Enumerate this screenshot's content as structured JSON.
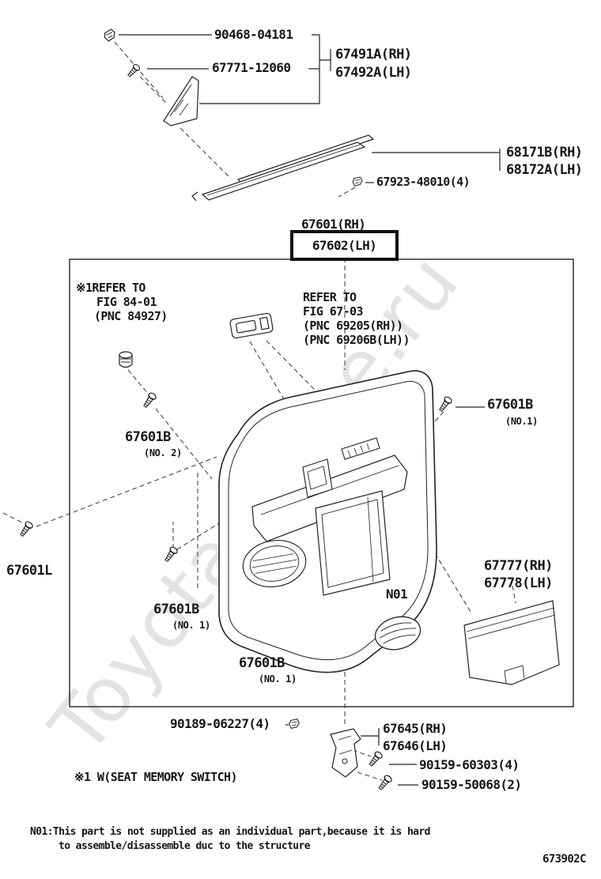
{
  "watermark": "Toyotaonline.ru",
  "diagram_code": "673902C",
  "labels": {
    "p90468": "90468-04181",
    "p67771": "67771-12060",
    "p67491": "67491A(RH)",
    "p67492": "67492A(LH)",
    "p68171": "68171B(RH)",
    "p68172": "68172A(LH)",
    "p67923": "67923-48010(4)",
    "p67601rh": "67601(RH)",
    "p67602lh": "67602(LH)",
    "p67601L": "67601L",
    "p67777": "67777(RH)",
    "p67778": "67778(LH)",
    "n01": "N01",
    "p90189": "90189-06227(4)",
    "p67645": "67645(RH)",
    "p67646": "67646(LH)",
    "p90159a": "90159-60303(4)",
    "p90159b": "90159-50068(2)",
    "b_right": "67601B",
    "b_right_no": "(NO.1)",
    "b_left": "67601B",
    "b_left_no": "(NO. 2)",
    "b_bottomleft": "67601B",
    "b_bottomleft_no": "(NO. 1)",
    "b_bottomcenter": "67601B",
    "b_bottomcenter_no": "(NO. 1)"
  },
  "refs": {
    "r1l1": "※1REFER TO",
    "r1l2": "FIG 84-01",
    "r1l3": "(PNC 84927)",
    "r2l1": "REFER TO",
    "r2l2": "FIG 67-03",
    "r2l3": "(PNC 69205(RH))",
    "r2l4": "(PNC 69206B(LH))"
  },
  "notes": {
    "memo": "※1 W(SEAT MEMORY SWITCH)",
    "line1": "N01:This part is not supplied as an individual part,because it is hard",
    "line2": "to assemble/disassemble duc to the structure"
  }
}
